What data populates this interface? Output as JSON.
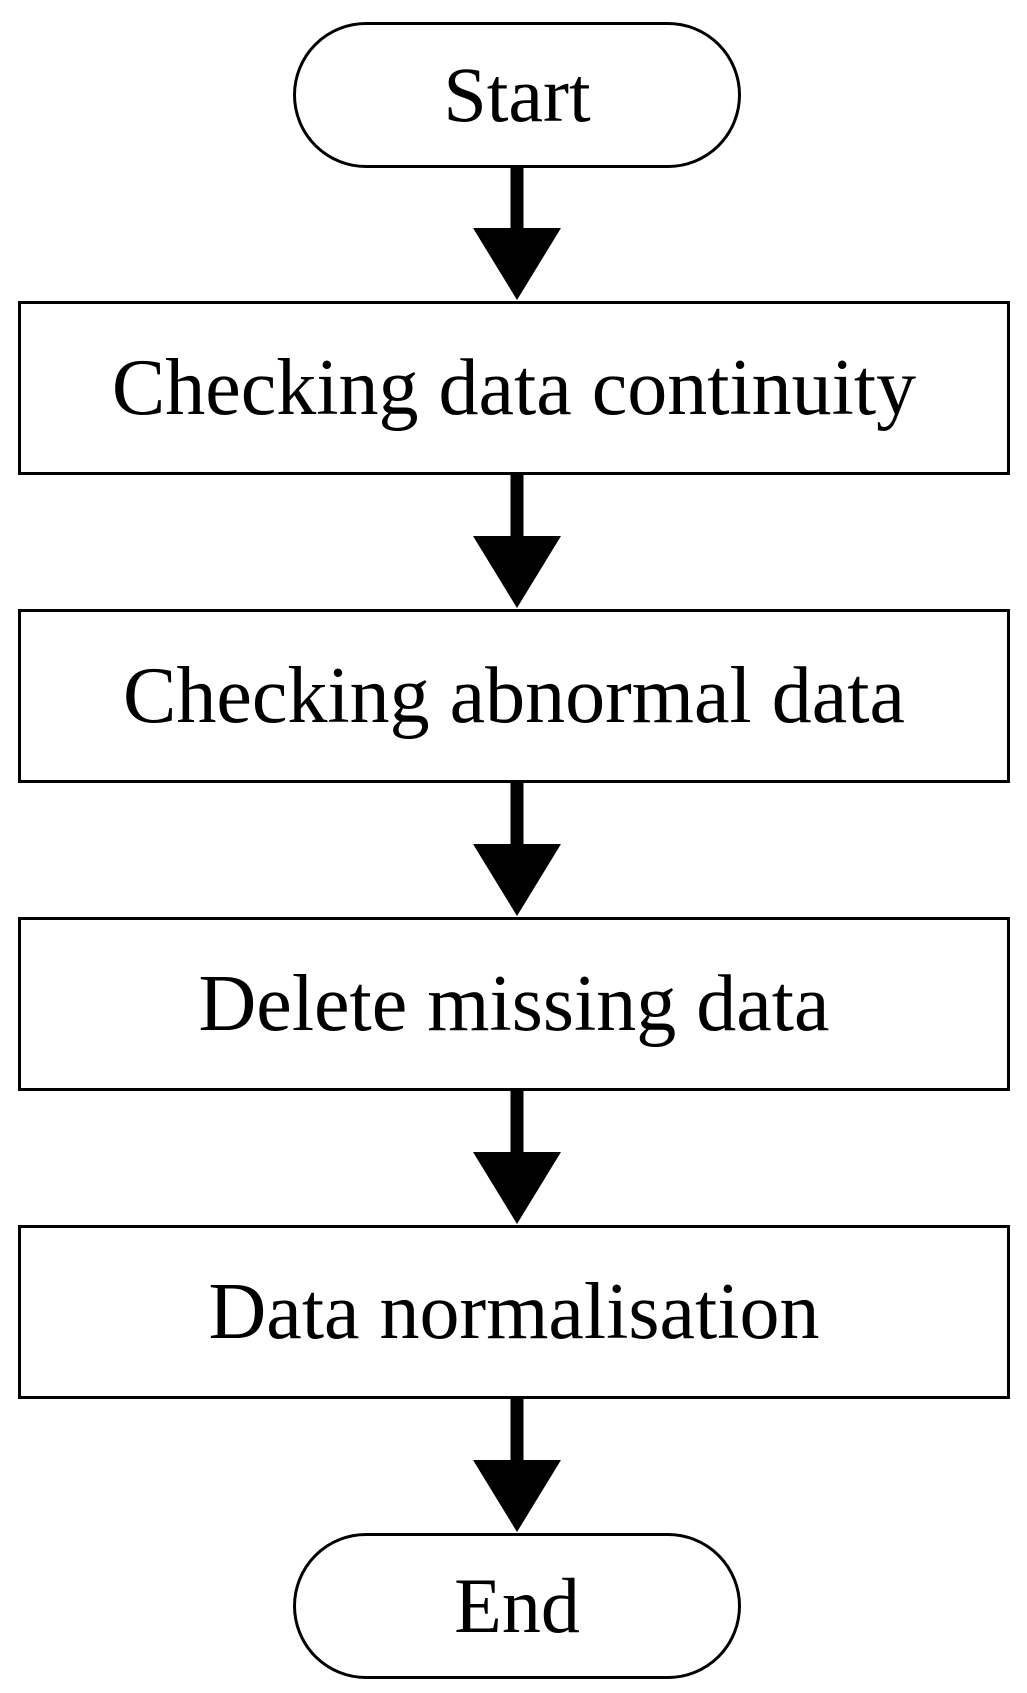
{
  "flowchart": {
    "start_label": "Start",
    "steps": [
      {
        "label": "Checking data continuity"
      },
      {
        "label": "Checking abnormal data"
      },
      {
        "label": "Delete missing data"
      },
      {
        "label": "Data normalisation"
      }
    ],
    "end_label": "End"
  },
  "colors": {
    "stroke": "#000000",
    "fill": "#ffffff",
    "text": "#000000"
  }
}
